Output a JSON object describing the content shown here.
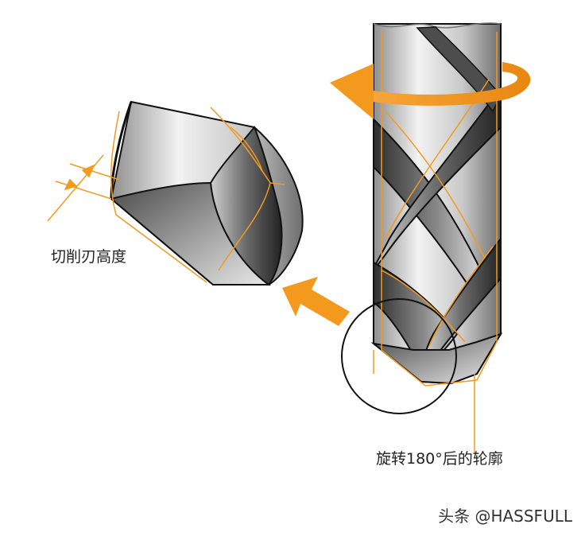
{
  "labels": {
    "cutting_edge_height": "切削刃高度",
    "rotated_profile": "旋转180°后的轮廓"
  },
  "watermark": "头条 @HASSFULL",
  "colors": {
    "accent_orange": "#F39A1E",
    "outline": "#111111",
    "steel_light": "#e6e6e6",
    "steel_dark": "#3a3a3a"
  }
}
